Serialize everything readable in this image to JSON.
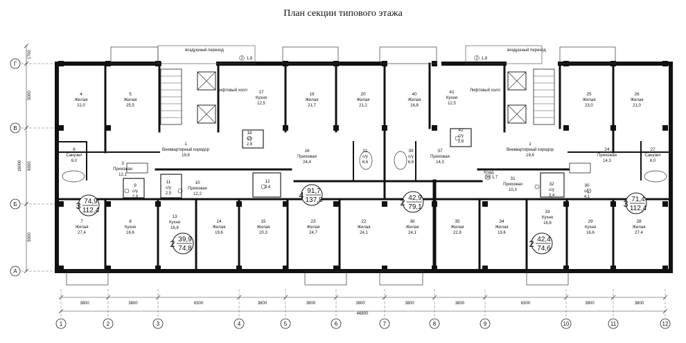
{
  "title": "План  секции типового этажа",
  "axes_x": [
    "1",
    "2",
    "3",
    "4",
    "5",
    "6",
    "7",
    "8",
    "9",
    "10",
    "11",
    "12"
  ],
  "axes_y": [
    "Г",
    "В",
    "Б",
    "А"
  ],
  "dims_x": [
    "3800",
    "3800",
    "6300",
    "3800",
    "3800",
    "3800",
    "3800",
    "3800",
    "6300",
    "3800",
    "3800"
  ],
  "dim_total": "46800",
  "dims_y": [
    "1700",
    "5000",
    "6000",
    "5000"
  ],
  "dim_y_total": "16000",
  "rooms": [
    {
      "n": "4",
      "name": "Жилая",
      "area": "22,0"
    },
    {
      "n": "5",
      "name": "Жилая",
      "area": "25,5"
    },
    {
      "n": "17",
      "name": "Кухня",
      "area": "12,5"
    },
    {
      "n": "19",
      "name": "Жилая",
      "area": "21,7"
    },
    {
      "n": "20",
      "name": "Жилая",
      "area": "21,2"
    },
    {
      "n": "40",
      "name": "Жилая",
      "area": "16,8"
    },
    {
      "n": "41",
      "name": "Кухня",
      "area": "12,5"
    },
    {
      "n": "25",
      "name": "Жилая",
      "area": "23,0"
    },
    {
      "n": "26",
      "name": "Жилая",
      "area": "21,0"
    },
    {
      "n": "6",
      "name": "Санузел",
      "area": "6,0"
    },
    {
      "n": "3",
      "name": "Прихожая",
      "area": "12,1"
    },
    {
      "n": "1",
      "name": "Внеквартирный коридор",
      "area": "19,6"
    },
    {
      "n": "16",
      "name": "Прихожая",
      "area": "24,4"
    },
    {
      "n": "21",
      "name": "с/у",
      "area": "6,6"
    },
    {
      "n": "39",
      "name": "с/у",
      "area": "6,6"
    },
    {
      "n": "37",
      "name": "Прихожая",
      "area": "14,3"
    },
    {
      "n": "1",
      "name": "Внеквартирный коридор",
      "area": "19,6"
    },
    {
      "n": "24",
      "name": "Прихожая",
      "area": "14,3"
    },
    {
      "n": "27",
      "name": "Санузел",
      "area": "6,0"
    },
    {
      "n": "18",
      "name": "с/у",
      "area": "2,8"
    },
    {
      "n": "42",
      "name": "с/у",
      "area": "2,8"
    },
    {
      "n": "9",
      "name": "с/у",
      "area": "2,8"
    },
    {
      "n": "11",
      "name": "с/у",
      "area": "2,5"
    },
    {
      "n": "10",
      "name": "Прихожая",
      "area": "12,2"
    },
    {
      "n": "12",
      "name": "",
      "area": "3,4"
    },
    {
      "n": "31",
      "name": "Прихожая",
      "area": "10,3"
    },
    {
      "n": "32",
      "name": "с/у",
      "area": "3,4"
    },
    {
      "n": "30",
      "name": "с/у",
      "area": "4,1"
    },
    {
      "n": "7",
      "name": "Жилая",
      "area": "27,4"
    },
    {
      "n": "8",
      "name": "Кухня",
      "area": "16,6"
    },
    {
      "n": "13",
      "name": "Кухня",
      "area": "16,8"
    },
    {
      "n": "14",
      "name": "Жилая",
      "area": "19,6"
    },
    {
      "n": "15",
      "name": "Жилая",
      "area": "20,3"
    },
    {
      "n": "23",
      "name": "Жилая",
      "area": "24,7"
    },
    {
      "n": "22",
      "name": "Жилая",
      "area": "24,1"
    },
    {
      "n": "38",
      "name": "Жилая",
      "area": "24,1"
    },
    {
      "n": "35",
      "name": "Жилая",
      "area": "22,8"
    },
    {
      "n": "34",
      "name": "Жилая",
      "area": "19,6"
    },
    {
      "n": "33",
      "name": "Кухня",
      "area": "16,8"
    },
    {
      "n": "29",
      "name": "Кухня",
      "area": "16,6"
    },
    {
      "n": "28",
      "name": "Жилая",
      "area": "27,4"
    }
  ],
  "klad": {
    "n": "36",
    "name": "Клад.",
    "area": "1,7"
  },
  "lift_label": "Лифтовый холл",
  "air_label": "воздушный переход",
  "air_small": [
    "2",
    "1,8"
  ],
  "apartments": [
    {
      "rooms": "3",
      "living": "74,9",
      "total": "112,4"
    },
    {
      "rooms": "2",
      "living": "39,9",
      "total": "74,8"
    },
    {
      "rooms": "4",
      "living": "91,7",
      "total": "137,8"
    },
    {
      "rooms": "2",
      "living": "42,9",
      "total": "79,1"
    },
    {
      "rooms": "2",
      "living": "42,4",
      "total": "74,6"
    },
    {
      "rooms": "3",
      "living": "71,4",
      "total": "112,4"
    }
  ]
}
